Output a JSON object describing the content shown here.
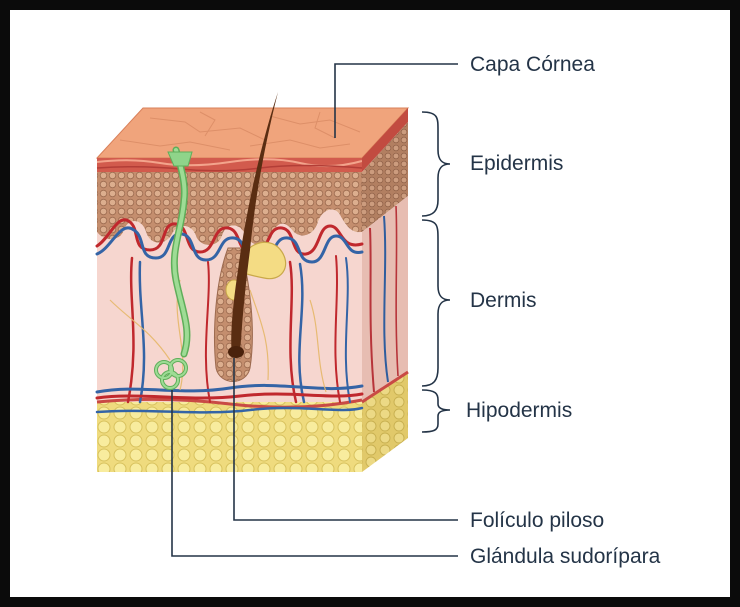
{
  "labels": {
    "capa_cornea": "Capa Córnea",
    "epidermis": "Epidermis",
    "dermis": "Dermis",
    "hipodermis": "Hipodermis",
    "foliculo": "Folículo piloso",
    "glandula": "Glándula sudorípara"
  },
  "colors": {
    "frame": "#0b0b0b",
    "leader_line": "#243447",
    "label_text": "#243447",
    "stratum_corneum": "#f0a47c",
    "epidermis": "#c98f6e",
    "dermis": "#f6d6cf",
    "hypodermis_fat": "#f3e08a",
    "artery": "#c0282d",
    "vein": "#3464a6",
    "hair": "#5a2d12",
    "sweat_gland": "#8fd48a",
    "sebaceous_gland": "#f4dc84"
  }
}
